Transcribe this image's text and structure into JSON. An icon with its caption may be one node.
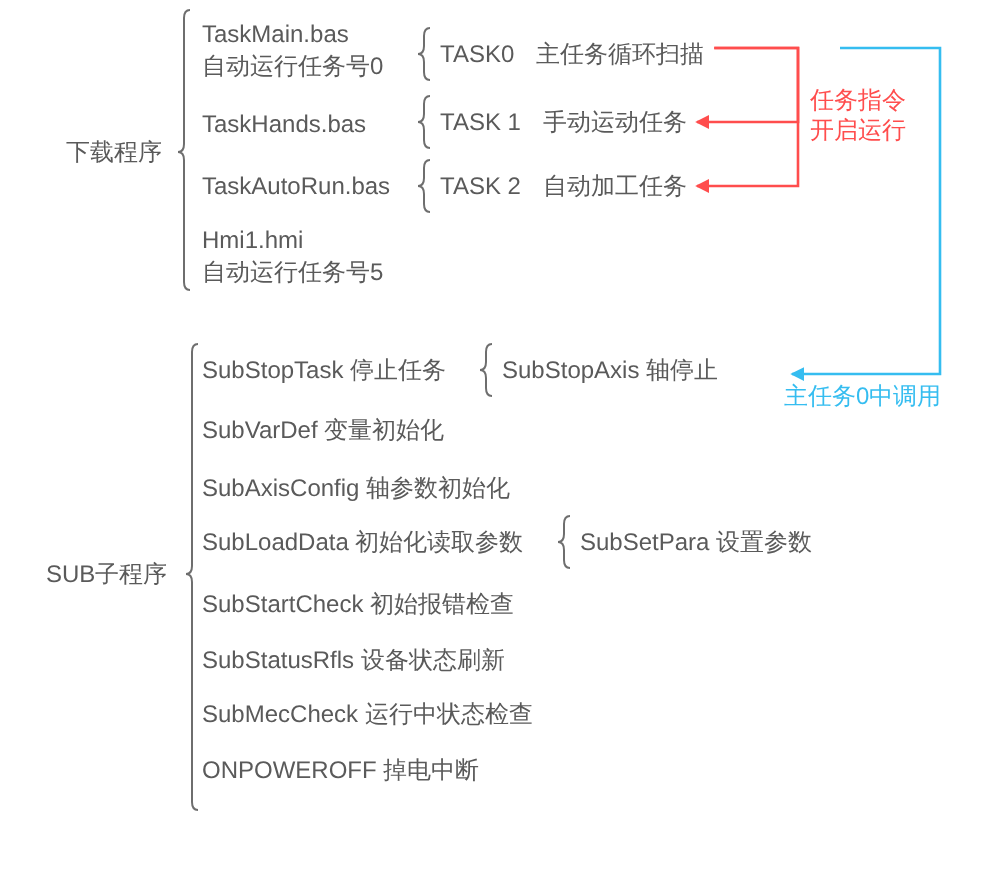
{
  "diagram": {
    "nodes": [
      {
        "text": [
          "下载程序"
        ]
      },
      {
        "text": [
          "TaskMain.bas",
          "自动运行任务号0"
        ]
      },
      {
        "text": [
          "TASK0",
          "主任务循环扫描"
        ]
      },
      {
        "text": [
          "TaskHands.bas"
        ]
      },
      {
        "text": [
          "TASK 1",
          "手动运动任务"
        ]
      },
      {
        "text": [
          "TaskAutoRun.bas"
        ]
      },
      {
        "text": [
          "TASK 2",
          "自动加工任务"
        ]
      },
      {
        "text": [
          "Hmi1.hmi",
          "自动运行任务号5"
        ]
      },
      {
        "text": [
          "SUB子程序"
        ]
      },
      {
        "text": [
          "SubStopTask 停止任务"
        ]
      },
      {
        "text": [
          "SubStopAxis 轴停止"
        ]
      },
      {
        "text": [
          "SubVarDef 变量初始化"
        ]
      },
      {
        "text": [
          "SubAxisConfig 轴参数初始化"
        ]
      },
      {
        "text": [
          "SubLoadData 初始化读取参数"
        ]
      },
      {
        "text": [
          "SubSetPara 设置参数"
        ]
      },
      {
        "text": [
          "SubStartCheck 初始报错检查"
        ]
      },
      {
        "text": [
          "SubStatusRfls 设备状态刷新"
        ]
      },
      {
        "text": [
          "SubMecCheck 运行中状态检查"
        ]
      },
      {
        "text": [
          "ONPOWEROFF 掉电中断"
        ]
      }
    ],
    "edges": [
      {
        "from": 2,
        "to": 4,
        "arrow": "to",
        "label": "任务指令开启运行",
        "color": "#ff4d4d"
      },
      {
        "from": 2,
        "to": 6,
        "arrow": "to",
        "color": "#ff4d4d"
      },
      {
        "from": 2,
        "to": null,
        "arrow": "to",
        "label": "主任务0中调用",
        "color": "#35bdf0"
      }
    ]
  }
}
